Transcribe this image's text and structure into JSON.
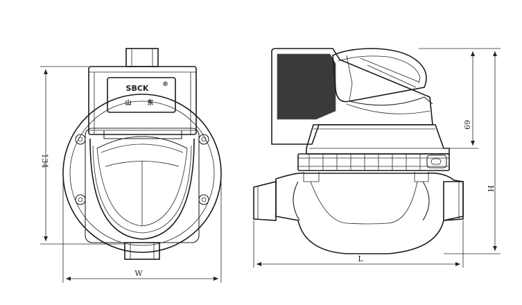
{
  "dimensions": {
    "height_front": "134",
    "width_front": "W",
    "height_top_side": "69",
    "height_total_side": "H",
    "length_side": "L"
  },
  "labels": {
    "brand_logo": "SBCK",
    "registered_mark": "®",
    "plate_text_left": "山",
    "plate_text_right": "东"
  },
  "colors": {
    "line": "#1a1a1a",
    "body_fill": "#ffffff",
    "dark_fill": "#2a2a2a"
  }
}
